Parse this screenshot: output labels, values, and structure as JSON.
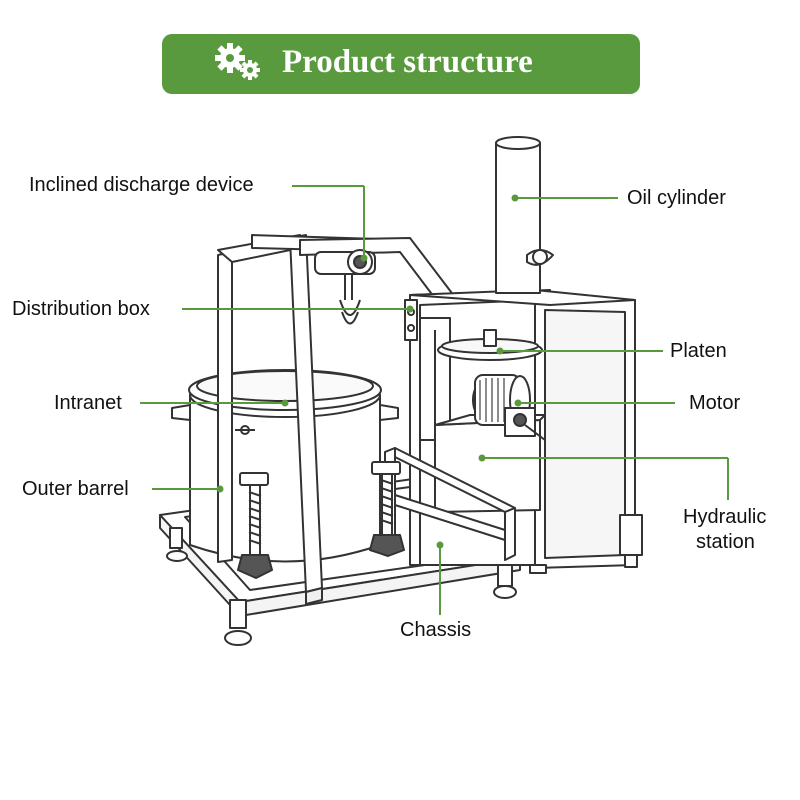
{
  "banner": {
    "title": "Product structure",
    "background_color": "#5a9a3f",
    "icon": "gears-icon"
  },
  "labels": {
    "inclined_discharge_device": "Inclined discharge device",
    "distribution_box": "Distribution box",
    "intranet": "Intranet",
    "outer_barrel": "Outer barrel",
    "oil_cylinder": "Oil cylinder",
    "platen": "Platen",
    "motor": "Motor",
    "hydraulic_station_line1": "Hydraulic",
    "hydraulic_station_line2": "station",
    "chassis": "Chassis"
  },
  "colors": {
    "leader_line": "#5a9a3f",
    "drawing_stroke": "#333333"
  }
}
